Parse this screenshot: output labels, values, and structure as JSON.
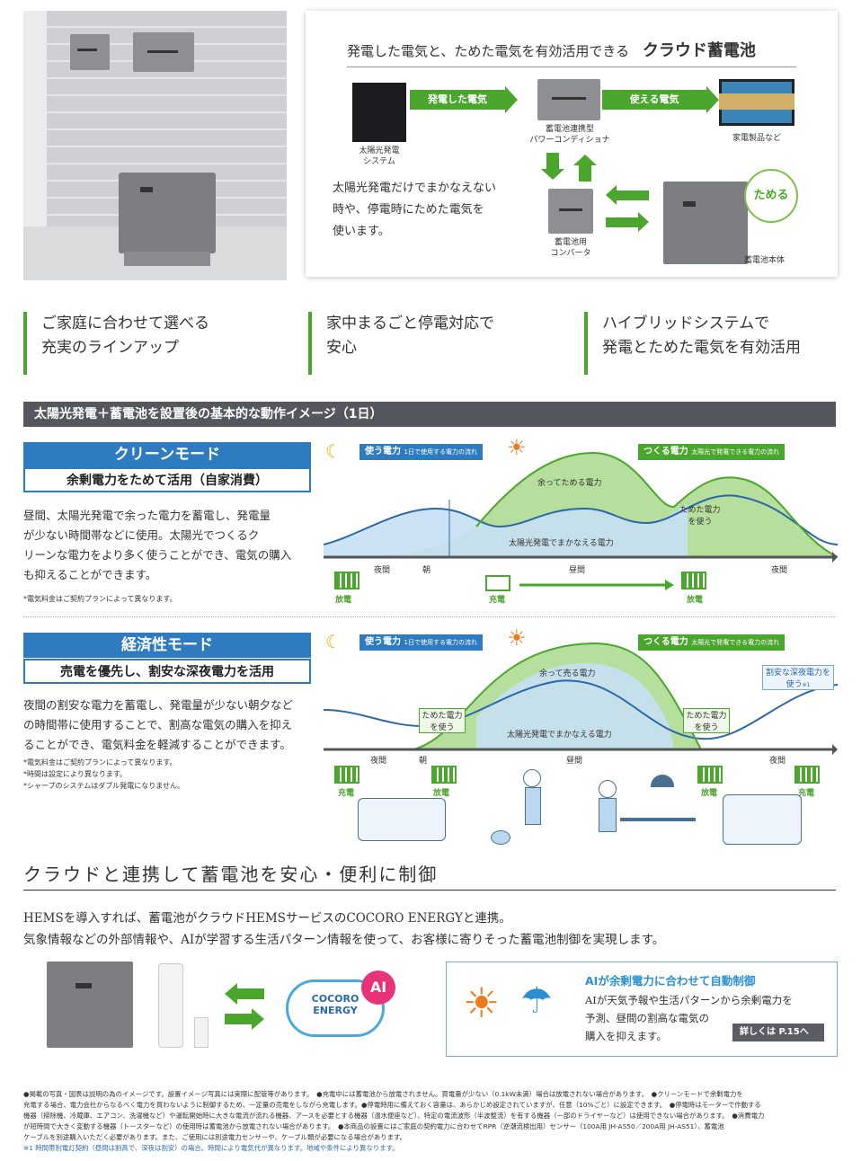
{
  "diagram": {
    "title_prefix": "発電した電気と、ためた電気を有効活用できる",
    "title_emph": "クラウド蓄電池",
    "solar_label_1": "太陽光発電",
    "solar_label_2": "システム",
    "arrow_generated": "発電した電気",
    "pcs_label_1": "蓄電池連携型",
    "pcs_label_2": "パワーコンディショナ",
    "arrow_usable": "使える電気",
    "appliance_label": "家電製品など",
    "description": [
      "太陽光発電だけでまかなえない",
      "時や、停電時にためた電気を",
      "使います。"
    ],
    "converter_label_1": "蓄電池用",
    "converter_label_2": "コンバータ",
    "store_label": "ためる",
    "battery_label": "蓄電池本体"
  },
  "features": [
    {
      "line1": "ご家庭に合わせて選べる",
      "line2": "充実のラインアップ"
    },
    {
      "line1": "家中まるごと停電対応で",
      "line2": "安心"
    },
    {
      "line1": "ハイブリッドシステムで",
      "line2": "発電とためた電気を有効活用"
    }
  ],
  "section_band": "太陽光発電＋蓄電池を設置後の基本的な動作イメージ（1日）",
  "clean_mode": {
    "title": "クリーンモード",
    "subtitle": "余剰電力をためて活用（自家消費）",
    "text": [
      "昼間、太陽光発電で余った電力を蓄電し、発電量",
      "が少ない時間帯などに使用。太陽光でつくるク",
      "リーンな電力をより多く使うことができ、電気の購入",
      "も抑えることができます。"
    ],
    "note": "*電気料金はご契約プランによって異なります。",
    "chart": {
      "use_tag": "使う電力",
      "use_sub": "1日で使用する電力の流れ",
      "make_tag": "つくる電力",
      "make_sub": "太陽光で発電できる電力の流れ",
      "surplus": "余ってためる電力",
      "solar_cover": "太陽光発電でまかなえる電力",
      "use_stored": "ためた電力を使う",
      "t_night1": "夜間",
      "t_morning": "朝",
      "t_day": "昼間",
      "t_night2": "夜間",
      "b1": "放電",
      "b2": "充電",
      "b3": "放電"
    }
  },
  "eco_mode": {
    "title": "経済性モード",
    "subtitle": "売電を優先し、割安な深夜電力を活用",
    "text": [
      "夜間の割安な電力を蓄電し、発電量が少ない朝夕など",
      "の時間帯に使用することで、割高な電気の購入を抑え",
      "ることができ、電気料金を軽減することができます。"
    ],
    "notes": [
      "*電気料金はご契約プランによって異なります。",
      "*時間は設定により異なります。",
      "*シャープのシステムはダブル発電になりません。"
    ],
    "chart": {
      "use_tag": "使う電力",
      "use_sub": "1日で使用する電力の流れ",
      "make_tag": "つくる電力",
      "make_sub": "太陽光で発電できる電力の流れ",
      "surplus": "余って売る電力",
      "solar_cover": "太陽光発電でまかなえる電力",
      "use_stored_1": "ためた電力を使う",
      "use_stored_2": "ためた電力を使う",
      "cheap": "割安な深夜電力を使う",
      "cheap_mark": "※1",
      "t_night1": "夜間",
      "t_morning": "朝",
      "t_day": "昼間",
      "t_night2": "夜間",
      "b1": "充電",
      "b2": "放電",
      "b3": "放電",
      "b4": "充電"
    }
  },
  "cloud": {
    "title": "クラウドと連携して蓄電池を安心・便利に制御",
    "line1": "HEMSを導入すれば、蓄電池がクラウドHEMSサービスのCOCORO ENERGYと連携。",
    "line2": "気象情報などの外部情報や、AIが学習する生活パターン情報を使って、お客様に寄りそった蓄電池制御を実現します。",
    "logo_line1": "COCORO",
    "logo_line2": "ENERGY",
    "logo_ai": "AI",
    "ai_title": "AIが余剰電力に合わせて自動制御",
    "ai_text": [
      "AIが天気予報や生活パターンから余剰電力を",
      "予測、昼間の割高な電気の",
      "購入を抑えます。"
    ],
    "ai_link": "詳しくは P.15へ"
  },
  "footer": [
    "●掲載の写真・図表は説明の為のイメージです。設置イメージ写真には実際に配管等があります。　●充電中には蓄電池から放電されません。買電量が少ない（0.1kW未満）場合は放電されない場合があります。　●クリーンモードで余剰電力を",
    "充電する場合、電力会社からなるべく電力を買わないように制御するため、一定量の売電をしながら充電します。●停電時用に備えておく容量は、あらかじめ設定されていますが、任意（10%ごと）に設定できます。　●停電時はモーターで作動する",
    "機器（掃除機、冷蔵庫、エアコン、洗濯機など）や運転開始時に大きな電流が流れる機器、アースを必要とする機器（温水便座など）、特定の電流波形（半波整流）を有する機器（一部のドライヤーなど）は使用できない場合があります。　●消費電力",
    "が短時間で大きく変動する機器（トースターなど）の使用時は蓄電池から放電されない場合があります。　●本商品の設置にはご家庭の契約電力に合わせてRPR（逆潮流検出用）センサー（100A用 JH-AS50／200A用 JH-AS51）、蓄電池",
    "ケーブルを別途購入いただく必要があります。また、ご使用には別途電力センサーや、ケーブル類が必要になる場合があります。",
    "※1 時間帯別電灯契約（昼間は割高で、深夜は割安）の場合。時間により電気代が異なります。地域や条件により異なります。"
  ]
}
